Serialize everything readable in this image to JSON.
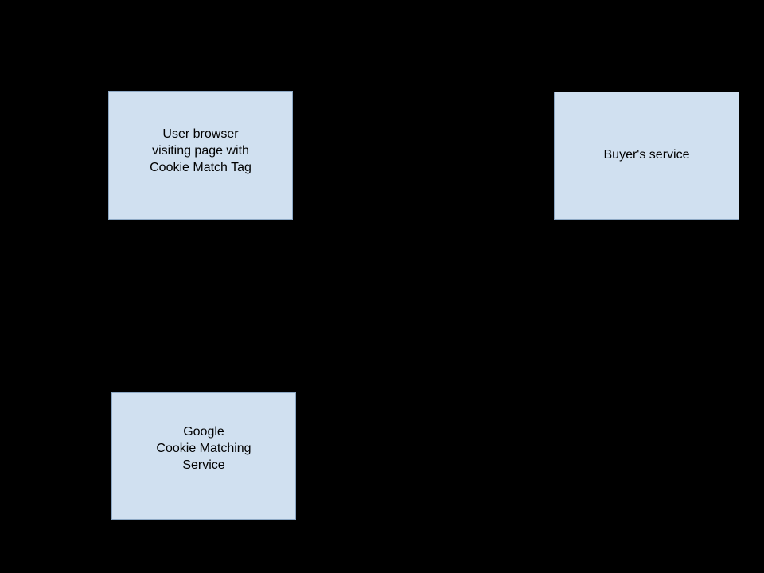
{
  "diagram": {
    "background_color": "#000000",
    "node_fill_color": "#d0e0f0",
    "node_border_color": "#8da8c4",
    "node_text_color": "#000000",
    "nodes": [
      {
        "id": "user-browser",
        "label": "User browser\nvisiting page with\nCookie Match Tag",
        "lines": [
          "User browser",
          "visiting page with",
          "Cookie Match Tag"
        ]
      },
      {
        "id": "buyers-service",
        "label": "Buyer's service",
        "lines": [
          "Buyer's service"
        ]
      },
      {
        "id": "google-cookie-matching-service",
        "label": "Google\nCookie Matching\nService",
        "lines": [
          "Google",
          "Cookie Matching",
          "Service"
        ]
      }
    ],
    "connectors": []
  }
}
